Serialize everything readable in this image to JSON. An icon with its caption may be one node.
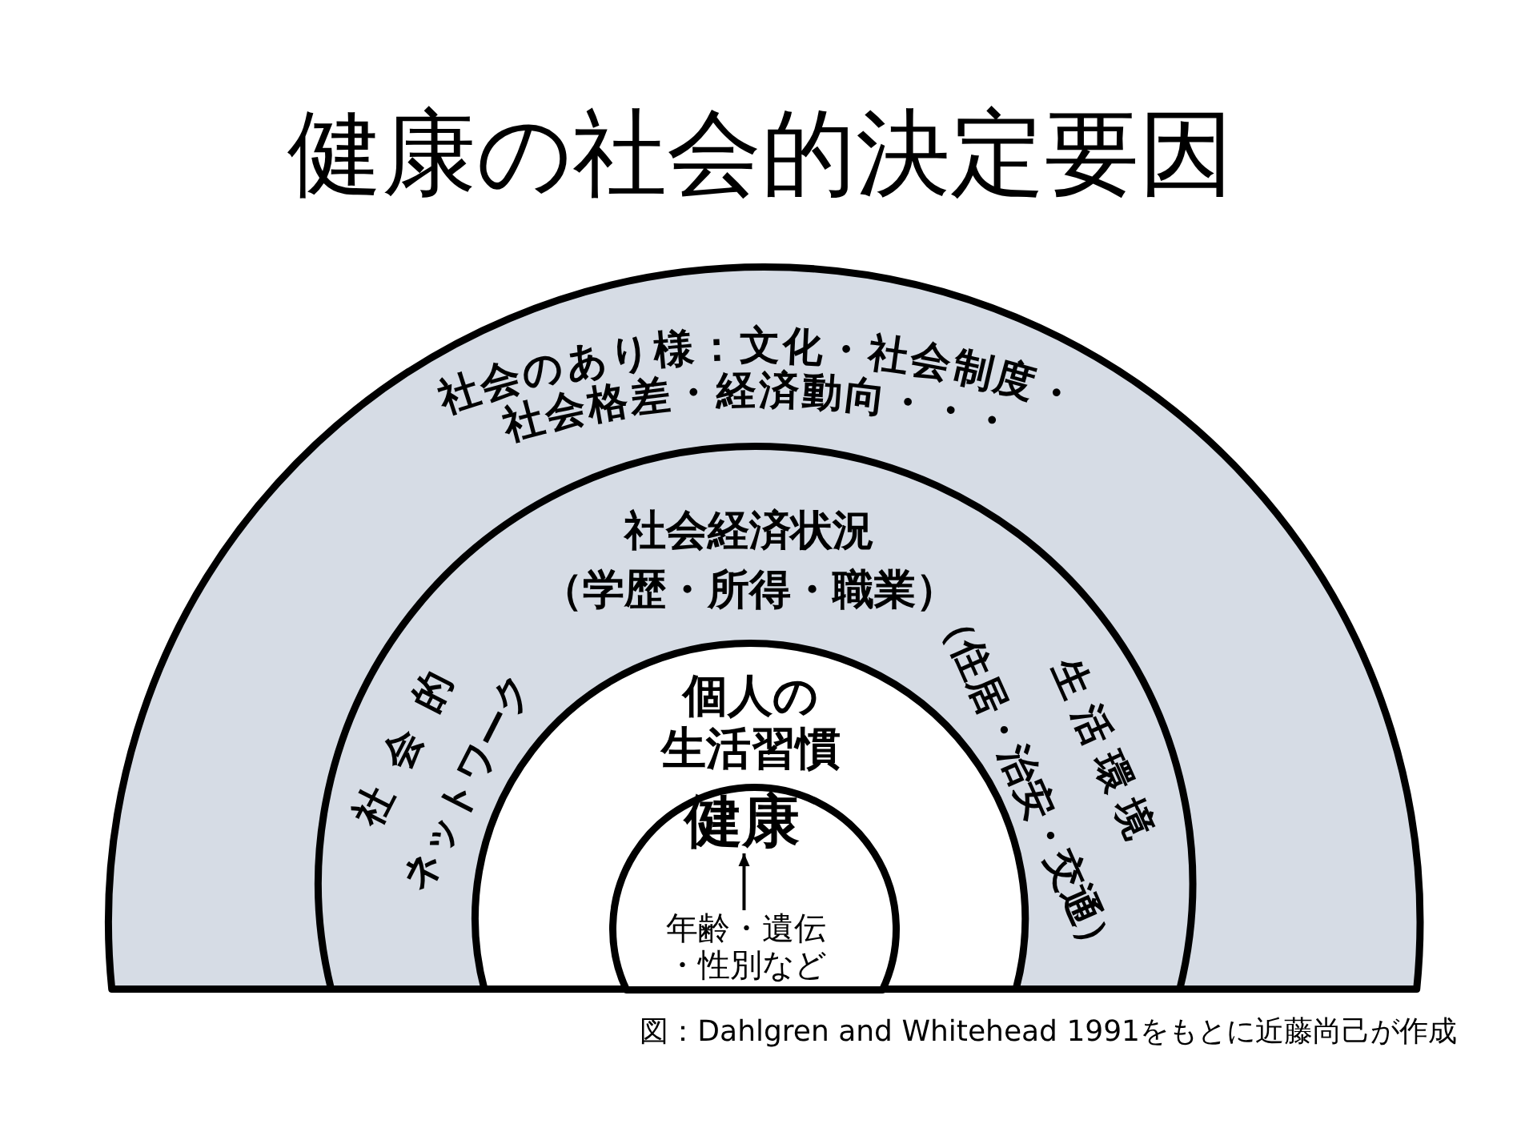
{
  "diagram": {
    "title": "健康の社会的決定要因",
    "nodes": [
      {
        "text": [
          "社会のあり様：文化・社会制度・社会格差・経済動向・・・"
        ]
      },
      {
        "text": [
          "社会経済状況（学歴・所得・職業）",
          "社会的ネットワーク",
          "生活環境（住居・治安・交通）"
        ],
        "in": 0
      },
      {
        "text": [
          "個人の生活習慣"
        ],
        "in": 1
      },
      {
        "text": [],
        "shape": "circle",
        "in": 2
      },
      {
        "text": [
          "健康"
        ],
        "in": 3
      },
      {
        "text": [
          "年齢・遺伝・性別など"
        ],
        "in": 3
      }
    ],
    "edges": [
      {
        "from": 5,
        "to": 4,
        "arrow": "to"
      }
    ],
    "caption": "図：Dahlgren and Whitehead 1991をもとに近藤尚己が作成"
  }
}
